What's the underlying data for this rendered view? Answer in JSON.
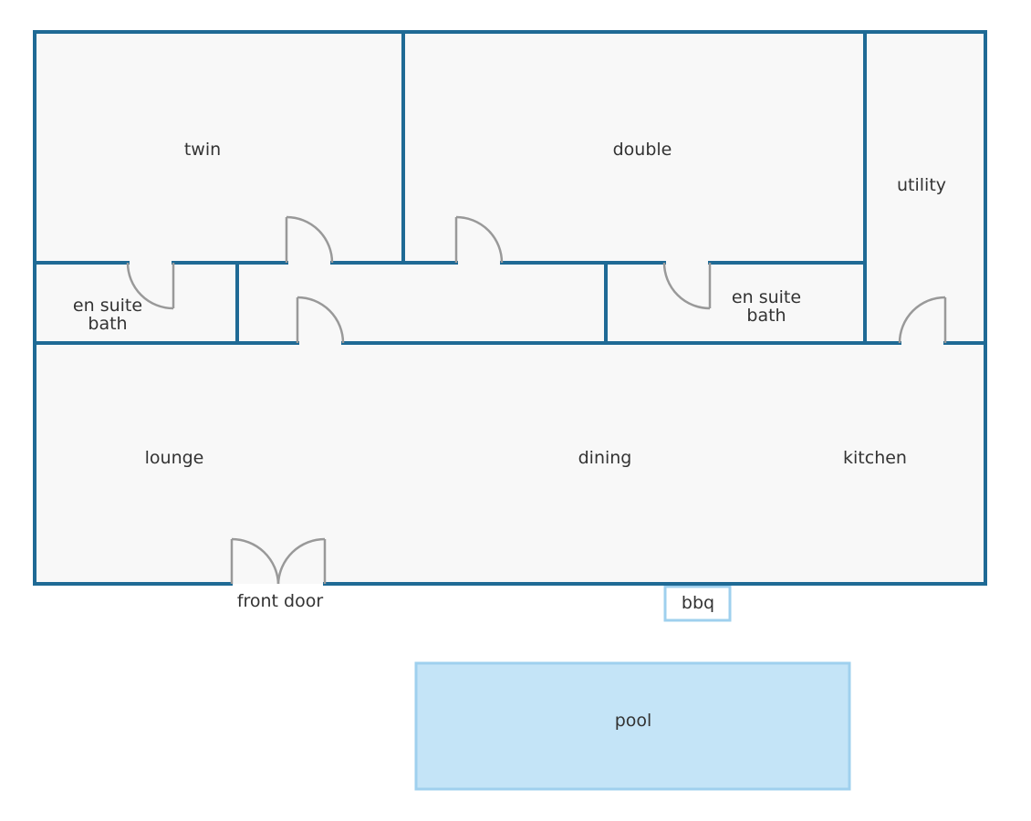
{
  "colors": {
    "wall": "#1f6a95",
    "floor": "#f8f8f8",
    "door": "#999999",
    "pool_fill": "#c4e4f7",
    "pool_stroke": "#9fd0ee",
    "bbq_stroke": "#9fd0ee",
    "text": "#333333"
  },
  "rooms": {
    "twin": "twin",
    "double": "double",
    "utility": "utility",
    "ensuite_left_line1": "en suite",
    "ensuite_left_line2": "bath",
    "ensuite_right_line1": "en suite",
    "ensuite_right_line2": "bath",
    "lounge": "lounge",
    "dining": "dining",
    "kitchen": "kitchen"
  },
  "exterior": {
    "front_door": "front door",
    "bbq": "bbq",
    "pool": "pool"
  }
}
